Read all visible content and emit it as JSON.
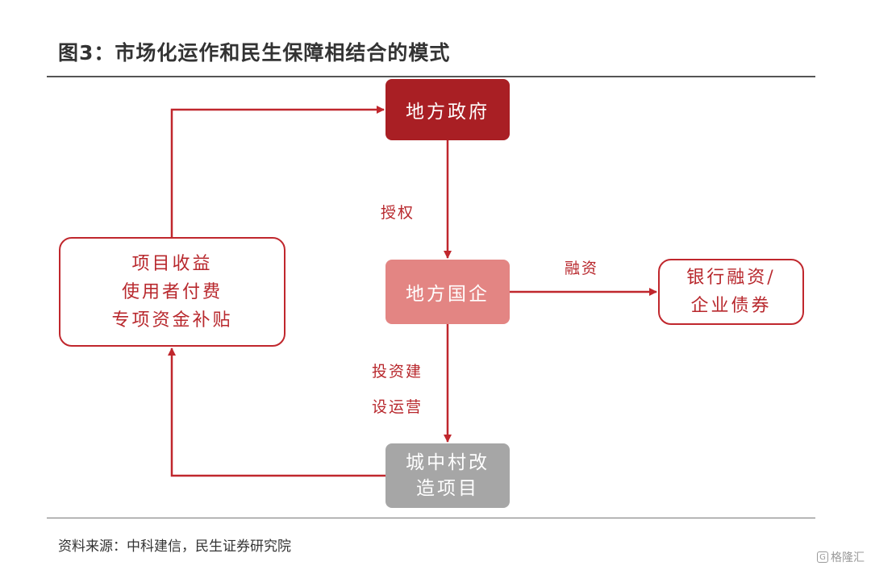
{
  "title": "图3：市场化运作和民生保障相结合的模式",
  "nodes": {
    "local_government": {
      "label": "地方政府"
    },
    "local_soe": {
      "label": "地方国企"
    },
    "renovation_project": {
      "lines": [
        "城中村改",
        "造项目"
      ]
    },
    "income_sources": {
      "lines": [
        "项目收益",
        "使用者付费",
        "专项资金补贴"
      ]
    },
    "bank_financing": {
      "lines": [
        "银行融资/",
        "企业债券"
      ]
    }
  },
  "edge_labels": {
    "authorization": "授权",
    "financing": "融资",
    "invest_build_line1": "投资建",
    "invest_build_line2": "设运营"
  },
  "source": "资料来源：中科建信，民生证券研究院",
  "watermark": "格隆汇",
  "colors": {
    "dark_red": "#a91f24",
    "light_red": "#e38583",
    "gray": "#a6a6a6",
    "line_red": "#c0272d",
    "label_red": "#b8282d"
  }
}
